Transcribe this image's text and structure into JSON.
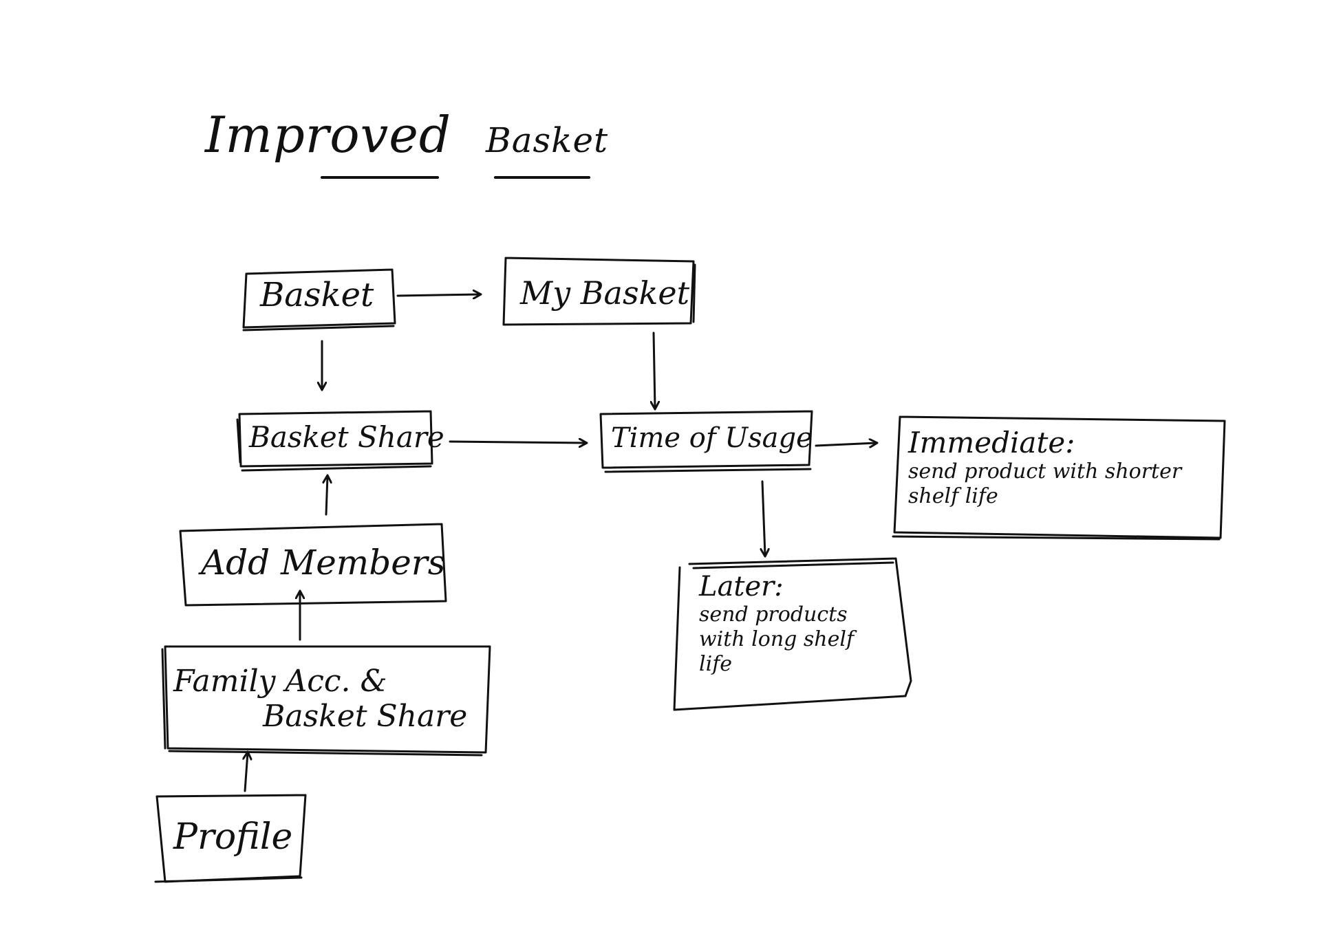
{
  "title": {
    "word1": "Improved",
    "word2": "Basket"
  },
  "nodes": {
    "basket": "Basket",
    "my_basket": "My Basket",
    "basket_share": "Basket Share",
    "time_of_usage": "Time of Usage",
    "immediate_head": "Immediate:",
    "immediate_body": "send product with shorter shelf life",
    "later_head": "Later:",
    "later_body": "send products with long shelf life",
    "add_members": "Add Members",
    "family_acc_line1": "Family Acc. &",
    "family_acc_line2": "Basket Share",
    "profile": "Profile"
  },
  "colors": {
    "ink": "#111111",
    "paper": "#ffffff"
  }
}
